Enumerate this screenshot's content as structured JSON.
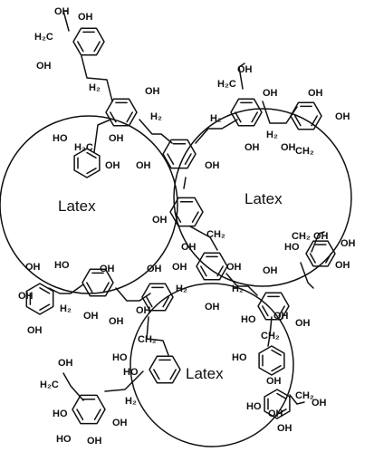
{
  "particles": [
    {
      "label": "Latex"
    },
    {
      "label": "Latex"
    },
    {
      "label": "Latex"
    }
  ],
  "atoms": {
    "oh": "OH",
    "ho": "HO",
    "h2c": "H₂C",
    "ch2": "CH₂",
    "h2": "H₂"
  },
  "colors": {
    "ink": "#111111",
    "background": "#ffffff"
  }
}
